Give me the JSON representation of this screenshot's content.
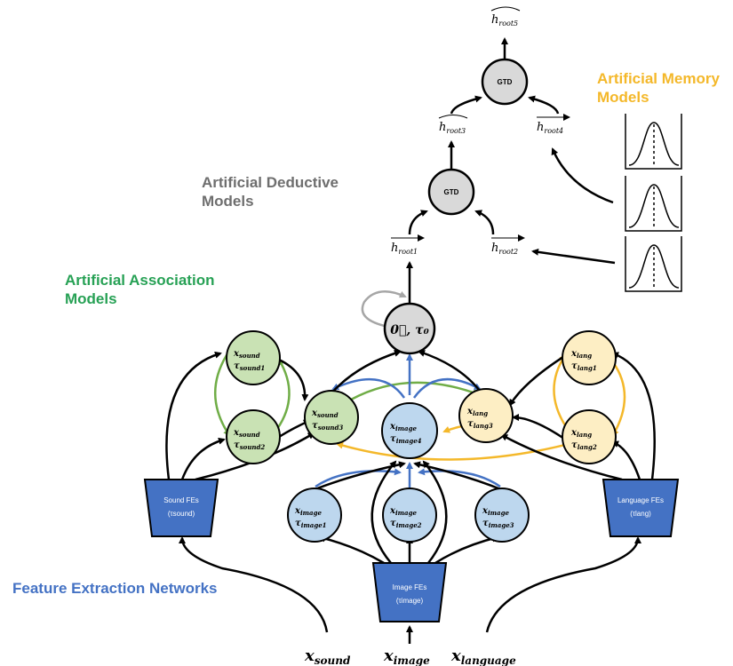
{
  "titles": {
    "memory": "Artificial Memory\nModels",
    "deductive": "Artificial Deductive\nModels",
    "association": "Artificial Association\nModels",
    "feature": "Feature Extraction Networks"
  },
  "colors": {
    "memory": "#f4b82a",
    "deductive": "#6e6e6e",
    "association": "#27a155",
    "feature": "#4472c4",
    "green_node": "#c9e2b4",
    "blue_node": "#bdd7ee",
    "yellow_node": "#fdeec4",
    "gray_node": "#d9d9d9",
    "fe_box": "#4472c4",
    "edge_green": "#70ad47",
    "edge_blue": "#4472c4",
    "edge_yellow": "#f4b82a"
  },
  "gtd": {
    "top": "GTD",
    "bottom": "GTD"
  },
  "roots": {
    "root5": {
      "base": "h",
      "sub": "root5"
    },
    "root3": {
      "base": "h",
      "sub": "root3"
    },
    "root4": {
      "base": "h",
      "sub": "root4"
    },
    "root1": {
      "base": "h",
      "sub": "root1"
    },
    "root2": {
      "base": "h",
      "sub": "root2"
    }
  },
  "center_node": {
    "label": "0⃗, τ₀"
  },
  "nodes": {
    "sound1": {
      "x": "x",
      "xsub": "sound",
      "t": "τ",
      "tsub": "sound1"
    },
    "sound2": {
      "x": "x",
      "xsub": "sound",
      "t": "τ",
      "tsub": "sound2"
    },
    "sound3": {
      "x": "x",
      "xsub": "sound",
      "t": "τ",
      "tsub": "sound3"
    },
    "image4": {
      "x": "x",
      "xsub": "image",
      "t": "τ",
      "tsub": "image4"
    },
    "lang3": {
      "x": "x",
      "xsub": "lang",
      "t": "τ",
      "tsub": "lang3"
    },
    "lang1": {
      "x": "x",
      "xsub": "lang",
      "t": "τ",
      "tsub": "lang1"
    },
    "lang2": {
      "x": "x",
      "xsub": "lang",
      "t": "τ",
      "tsub": "lang2"
    },
    "image1": {
      "x": "x",
      "xsub": "image",
      "t": "τ",
      "tsub": "image1"
    },
    "image2": {
      "x": "x",
      "xsub": "image",
      "t": "τ",
      "tsub": "image2"
    },
    "image3": {
      "x": "x",
      "xsub": "image",
      "t": "τ",
      "tsub": "image3"
    }
  },
  "fe_boxes": {
    "sound": {
      "line1": "Sound FEs",
      "line2": "(τsound)"
    },
    "image": {
      "line1": "Image FEs",
      "line2": "(τimage)"
    },
    "lang": {
      "line1": "Language FEs",
      "line2": "(τlang)"
    }
  },
  "inputs": {
    "sound": {
      "base": "x",
      "sub": "sound"
    },
    "image": {
      "base": "x",
      "sub": "image"
    },
    "language": {
      "base": "x",
      "sub": "language"
    }
  }
}
